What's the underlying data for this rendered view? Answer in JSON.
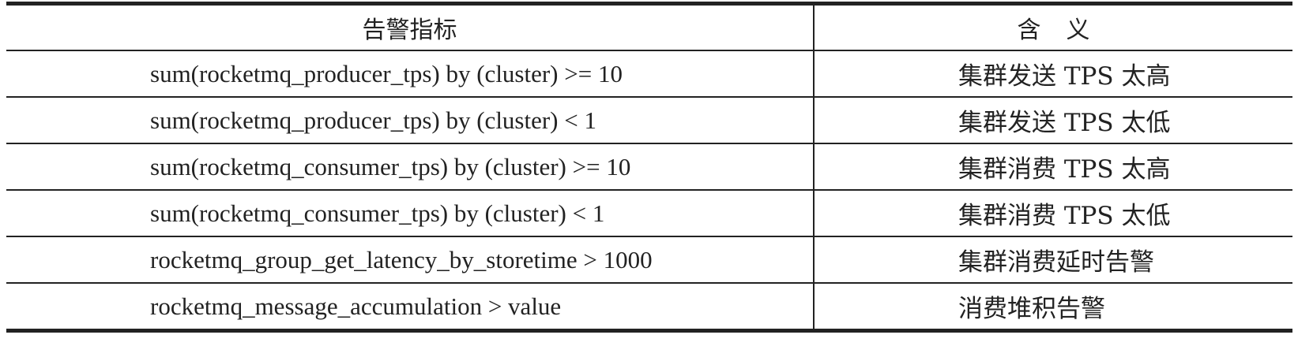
{
  "table": {
    "headers": [
      "告警指标",
      "含义"
    ],
    "rows": [
      {
        "metric": "sum(rocketmq_producer_tps) by (cluster) >= 10",
        "meaning": "集群发送 TPS 太高"
      },
      {
        "metric": "sum(rocketmq_producer_tps) by (cluster) < 1",
        "meaning": "集群发送 TPS 太低"
      },
      {
        "metric": "sum(rocketmq_consumer_tps) by (cluster) >= 10",
        "meaning": "集群消费 TPS 太高"
      },
      {
        "metric": "sum(rocketmq_consumer_tps) by (cluster) < 1",
        "meaning": "集群消费 TPS 太低"
      },
      {
        "metric": "rocketmq_group_get_latency_by_storetime > 1000",
        "meaning": "集群消费延时告警"
      },
      {
        "metric": "rocketmq_message_accumulation > value",
        "meaning": "消费堆积告警"
      }
    ]
  }
}
